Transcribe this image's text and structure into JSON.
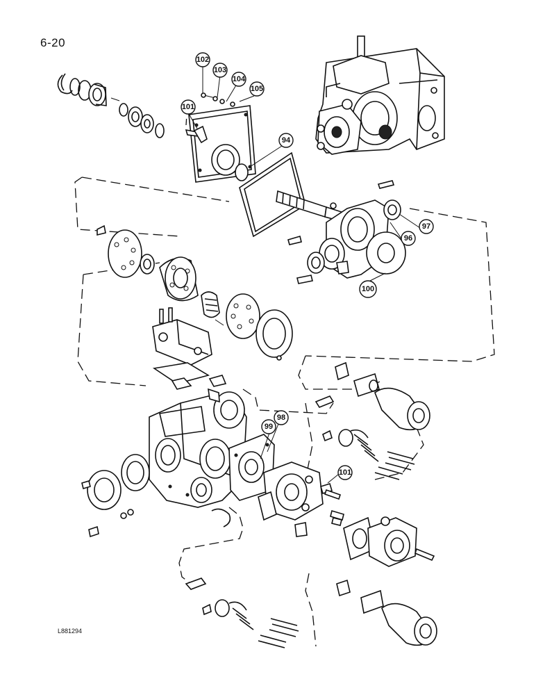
{
  "page_number": "6-20",
  "drawing_code": "L881294",
  "callouts": [
    {
      "id": "c102",
      "label": "102"
    },
    {
      "id": "c103",
      "label": "103"
    },
    {
      "id": "c104",
      "label": "104"
    },
    {
      "id": "c105",
      "label": "105"
    },
    {
      "id": "c101a",
      "label": "101"
    },
    {
      "id": "c94",
      "label": "94"
    },
    {
      "id": "c97",
      "label": "97"
    },
    {
      "id": "c96",
      "label": "96"
    },
    {
      "id": "c100",
      "label": "100"
    },
    {
      "id": "c98",
      "label": "98"
    },
    {
      "id": "c99",
      "label": "99"
    },
    {
      "id": "c101b",
      "label": "101"
    }
  ]
}
